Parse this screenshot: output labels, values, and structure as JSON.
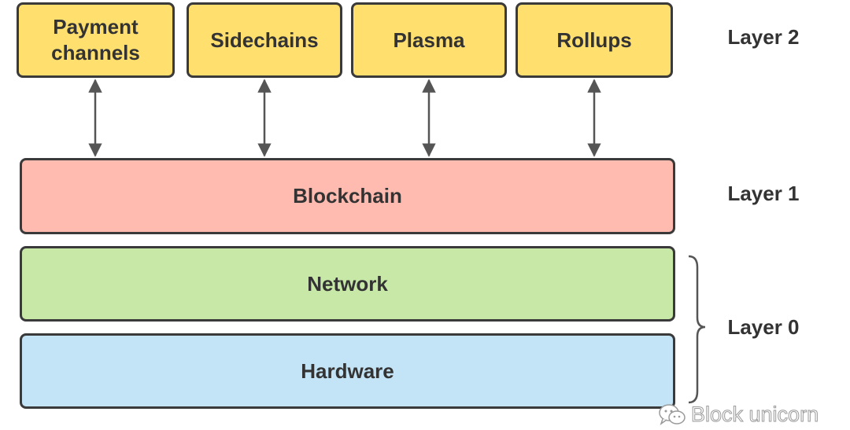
{
  "layer2": {
    "label": "Layer 2",
    "boxes": [
      {
        "text": "Payment\nchannels"
      },
      {
        "text": "Sidechains"
      },
      {
        "text": "Plasma"
      },
      {
        "text": "Rollups"
      }
    ]
  },
  "layer1": {
    "label": "Layer 1",
    "box": "Blockchain"
  },
  "layer0": {
    "label": "Layer 0",
    "boxes": [
      "Network",
      "Hardware"
    ]
  },
  "watermark": {
    "text": "Block unicorn",
    "icon": "wechat-icon"
  },
  "colors": {
    "layer2": "#ffdf6e",
    "layer1": "#ffbbb0",
    "network": "#c8e8a8",
    "hardware": "#c3e4f6",
    "border": "#3a3a3a",
    "arrow": "#555555"
  }
}
